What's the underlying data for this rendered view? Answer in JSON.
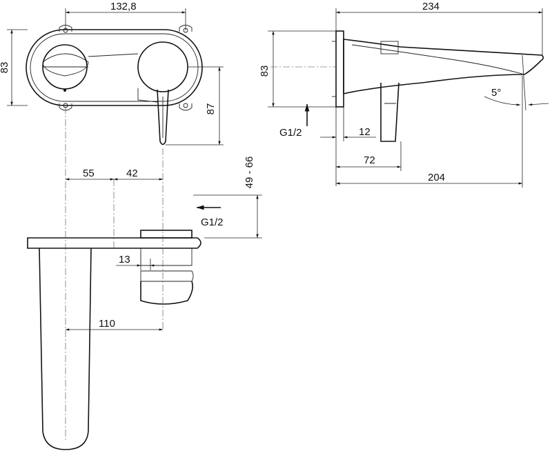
{
  "dimensions": {
    "plate_width": "132,8",
    "plate_height_front": "83",
    "lever_drop": "87",
    "side_height": "83",
    "total_length": "234",
    "inlet_offset": "12",
    "lever_offset": "72",
    "spout_length": "204",
    "spout_angle": "5°",
    "axis_distance": "55",
    "cartridge_distance": "42",
    "wall_depth": "49 - 66",
    "cartridge_depth": "13",
    "spout_projection": "110"
  },
  "connections": {
    "inlet_side": "G1/2",
    "inlet_top": "G1/2"
  }
}
